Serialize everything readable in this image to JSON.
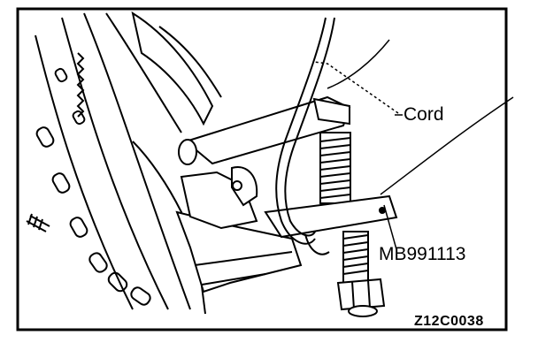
{
  "diagram": {
    "labels": {
      "cord": "Cord",
      "tool_number": "MB991113",
      "figure_id": "Z12C0038"
    },
    "icons": {
      "ball_joint_remover": "ball-joint-remover-icon",
      "steering_knuckle": "steering-knuckle-icon",
      "brake_rotor": "brake-rotor-icon"
    }
  }
}
